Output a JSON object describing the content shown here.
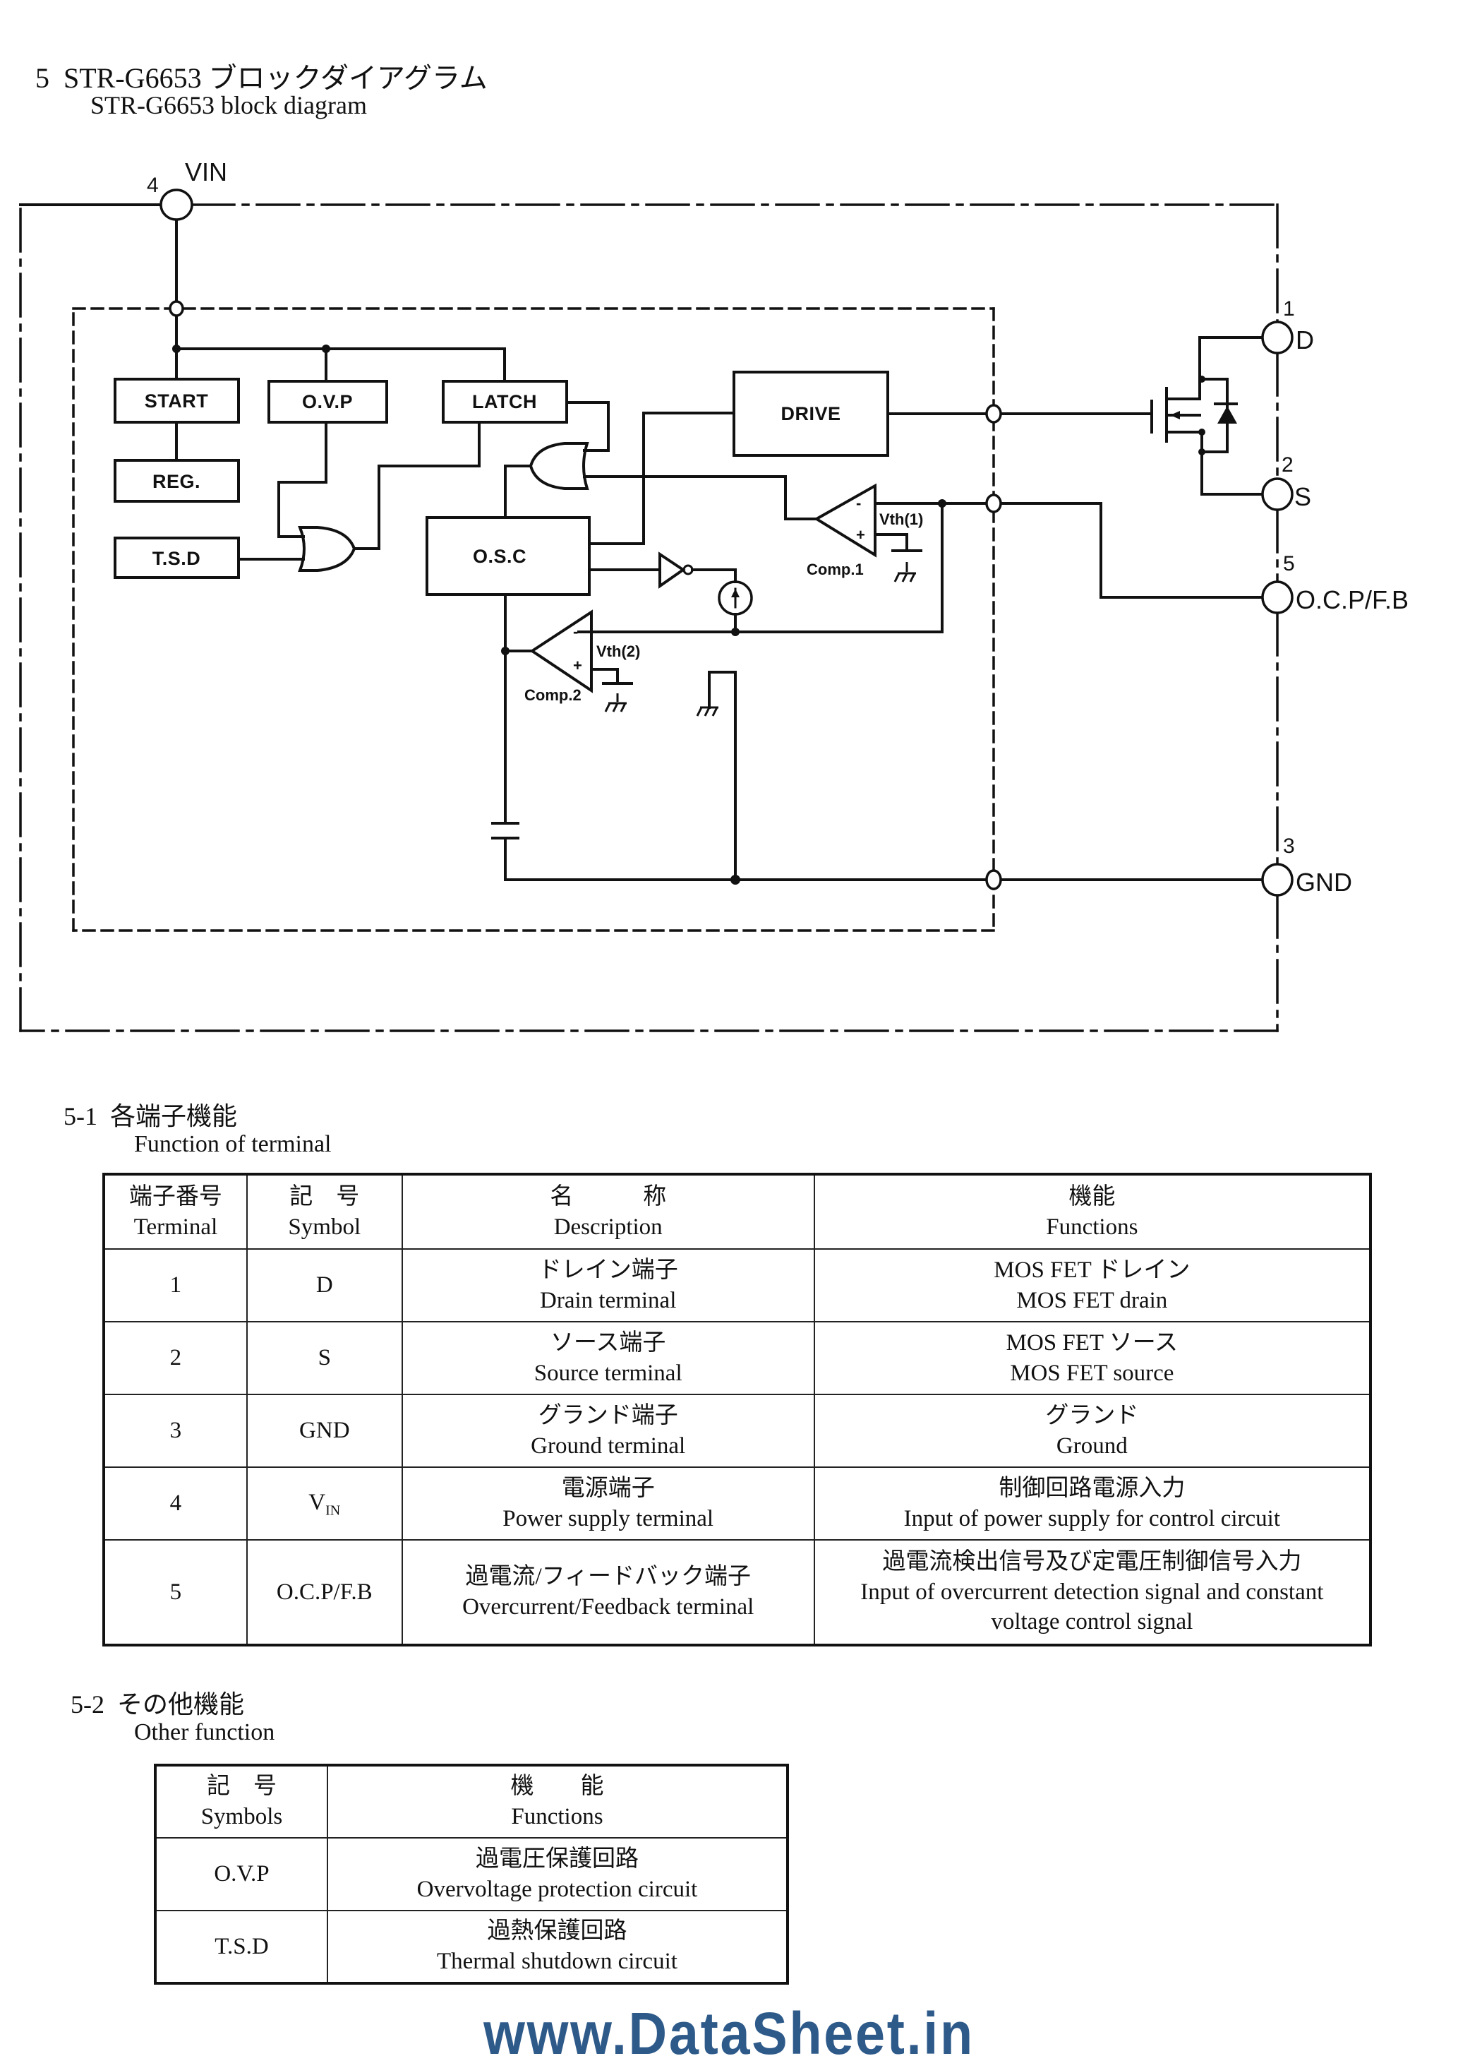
{
  "heading": {
    "number": "5",
    "title_jp": "STR-G6653 ブロックダイアグラム",
    "title_en": "STR-G6653 block diagram"
  },
  "diagram": {
    "blocks": {
      "start": "START",
      "reg": "REG.",
      "tsd": "T.S.D",
      "ovp": "O.V.P",
      "latch": "LATCH",
      "osc": "O.S.C",
      "drive": "DRIVE"
    },
    "comparators": {
      "comp1": "Comp.1",
      "comp2": "Comp.2",
      "vth1": "Vth(1)",
      "vth2": "Vth(2)",
      "minus": "-",
      "plus": "+"
    },
    "pins": [
      {
        "number": "4",
        "name": "VIN"
      },
      {
        "number": "1",
        "name": "D"
      },
      {
        "number": "2",
        "name": "S"
      },
      {
        "number": "5",
        "name": "O.C.P/F.B"
      },
      {
        "number": "3",
        "name": "GND"
      }
    ]
  },
  "section1": {
    "number": "5-1",
    "title_jp": "各端子機能",
    "title_en": "Function of terminal",
    "headers": [
      {
        "jp": "端子番号",
        "en": "Terminal"
      },
      {
        "jp": "記　号",
        "en": "Symbol"
      },
      {
        "jp": "名　　　称",
        "en": "Description"
      },
      {
        "jp": "機能",
        "en": "Functions"
      }
    ],
    "rows": [
      {
        "terminal": "1",
        "symbol": "D",
        "desc_jp": "ドレイン端子",
        "desc_en": "Drain terminal",
        "func_jp": "MOS FET ドレイン",
        "func_en": "MOS FET drain"
      },
      {
        "terminal": "2",
        "symbol": "S",
        "desc_jp": "ソース端子",
        "desc_en": "Source terminal",
        "func_jp": "MOS FET ソース",
        "func_en": "MOS FET source"
      },
      {
        "terminal": "3",
        "symbol": "GND",
        "desc_jp": "グランド端子",
        "desc_en": "Ground terminal",
        "func_jp": "グランド",
        "func_en": "Ground"
      },
      {
        "terminal": "4",
        "symbol": "V",
        "symbol_sub": "IN",
        "desc_jp": "電源端子",
        "desc_en": "Power supply terminal",
        "func_jp": "制御回路電源入力",
        "func_en": "Input of power supply for control circuit"
      },
      {
        "terminal": "5",
        "symbol": "O.C.P/F.B",
        "desc_jp": "過電流/フィードバック端子",
        "desc_en": "Overcurrent/Feedback terminal",
        "func_jp": "過電流検出信号及び定電圧制御信号入力",
        "func_en": "Input of overcurrent detection signal and constant voltage control signal"
      }
    ]
  },
  "section2": {
    "number": "5-2",
    "title_jp": "その他機能",
    "title_en": "Other function",
    "headers": [
      {
        "jp": "記　号",
        "en": "Symbols"
      },
      {
        "jp": "機　　能",
        "en": "Functions"
      }
    ],
    "rows": [
      {
        "symbol": "O.V.P",
        "func_jp": "過電圧保護回路",
        "func_en": "Overvoltage protection circuit"
      },
      {
        "symbol": "T.S.D",
        "func_jp": "過熱保護回路",
        "func_en": "Thermal shutdown circuit"
      }
    ]
  },
  "watermark": "www.DataSheet.in",
  "colors": {
    "ink": "#111111",
    "watermark": "#2e5a8a",
    "paper": "#ffffff"
  }
}
